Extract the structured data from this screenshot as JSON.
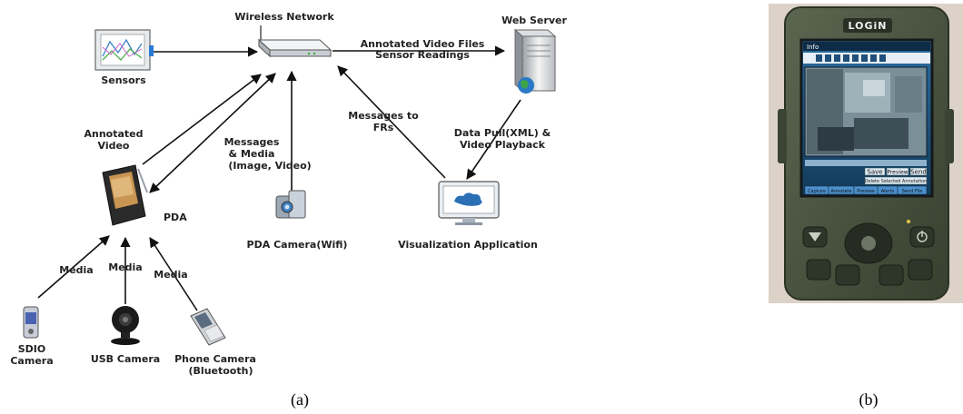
{
  "diagram": {
    "nodes": {
      "wireless_network": "Wireless Network",
      "web_server": "Web Server",
      "sensors": "Sensors",
      "pda": "PDA",
      "pda_camera": "PDA Camera(Wifi)",
      "visualization": "Visualization Application",
      "sdio_camera_line1": "SDIO",
      "sdio_camera_line2": "Camera",
      "usb_camera": "USB Camera",
      "phone_camera_line1": "Phone Camera",
      "phone_camera_line2": "(Bluetooth)"
    },
    "edges": {
      "annotated_files_line1": "Annotated Video Files",
      "annotated_files_line2": "Sensor Readings",
      "annotated_video_line1": "Annotated",
      "annotated_video_line2": "Video",
      "messages_media_line1": "Messages",
      "messages_media_line2": "& Media",
      "messages_media_line3": "(Image, Video)",
      "messages_frs_line1": "Messages to",
      "messages_frs_line2": "FRs",
      "data_pull_line1": "Data Pull(XML) &",
      "data_pull_line2": "Video Playback",
      "media_sdio": "Media",
      "media_usb": "Media",
      "media_phone": "Media"
    }
  },
  "device": {
    "brand": "LOGiN",
    "screen_title": "Info",
    "buttons": [
      "Save",
      "Preview",
      "Send"
    ],
    "select_label": "Delete Selected Annotation",
    "tabs": [
      "Capture",
      "Annotate",
      "Preview",
      "Alerts",
      "Send File"
    ]
  },
  "captions": {
    "a": "(a)",
    "b": "(b)"
  },
  "colors": {
    "device_body": "#4a5440",
    "screen_bg": "#1e4f72",
    "arrow": "#111111"
  }
}
